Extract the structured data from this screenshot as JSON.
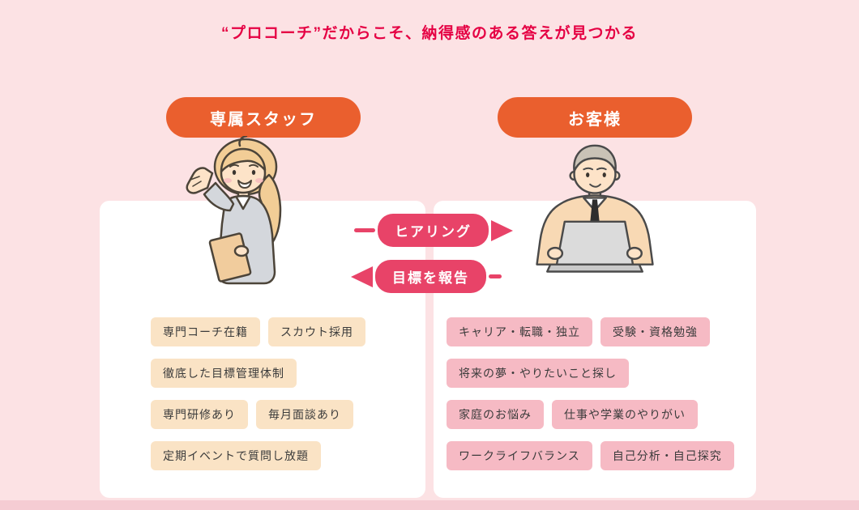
{
  "title": "“プロコーチ”だからこそ、納得感のある答えが見つかる",
  "staff": {
    "badge": "専属スタッフ",
    "illustration": "female-coach-with-folder",
    "tags": [
      "専門コーチ在籍",
      "スカウト採用",
      "徹底した目標管理体制",
      "専門研修あり",
      "毎月面談あり",
      "定期イベントで質問し放題"
    ]
  },
  "customer": {
    "badge": "お客様",
    "illustration": "male-customer-at-laptop",
    "tags": [
      "キャリア・転職・独立",
      "受験・資格勉強",
      "将来の夢・やりたいこと探し",
      "家庭のお悩み",
      "仕事や学業のやりがい",
      "ワークライフバランス",
      "自己分析・自己探究"
    ]
  },
  "flow": {
    "to_customer": "ヒアリング",
    "to_staff": "目標を報告"
  },
  "colors": {
    "background": "#fce2e4",
    "title_text": "#e50043",
    "badge_orange": "#ea5f2e",
    "arrow_pink": "#e84368",
    "card_white": "#ffffff",
    "staff_tag_bg": "#fae3c5",
    "customer_tag_bg": "#f6bac4",
    "tag_text": "#3b3b3b",
    "footer_strip": "#f5ccd3"
  }
}
